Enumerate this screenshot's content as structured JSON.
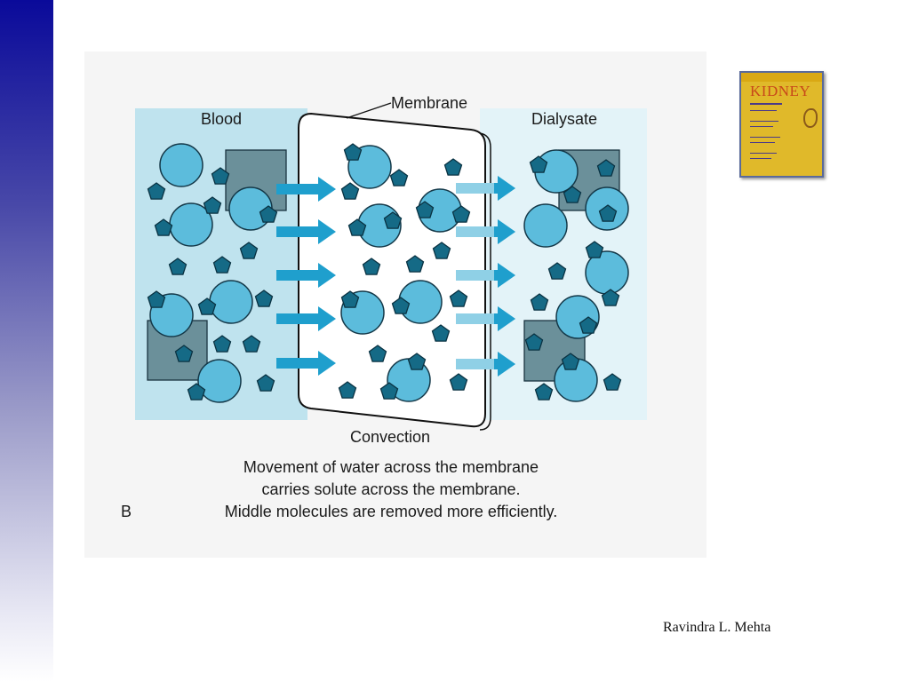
{
  "diagram": {
    "label_membrane": "Membrane",
    "label_blood": "Blood",
    "label_dialysate": "Dialysate",
    "label_process": "Convection",
    "panel_letter": "B",
    "caption_lines": [
      "Movement of water across the membrane",
      "carries solute across the membrane.",
      "Middle molecules are removed more efficiently."
    ]
  },
  "book": {
    "title": "KIDNEY"
  },
  "credit": "Ravindra L. Mehta",
  "colors": {
    "blood_bg": "#bfe3ee",
    "dialysate_bg": "#e3f3f8",
    "circle_fill": "#5cbcdc",
    "square_fill": "#6b909a",
    "pentagon_fill": "#156a86",
    "arrow_dark": "#1f9fcd",
    "arrow_light": "#8fd0e6"
  }
}
